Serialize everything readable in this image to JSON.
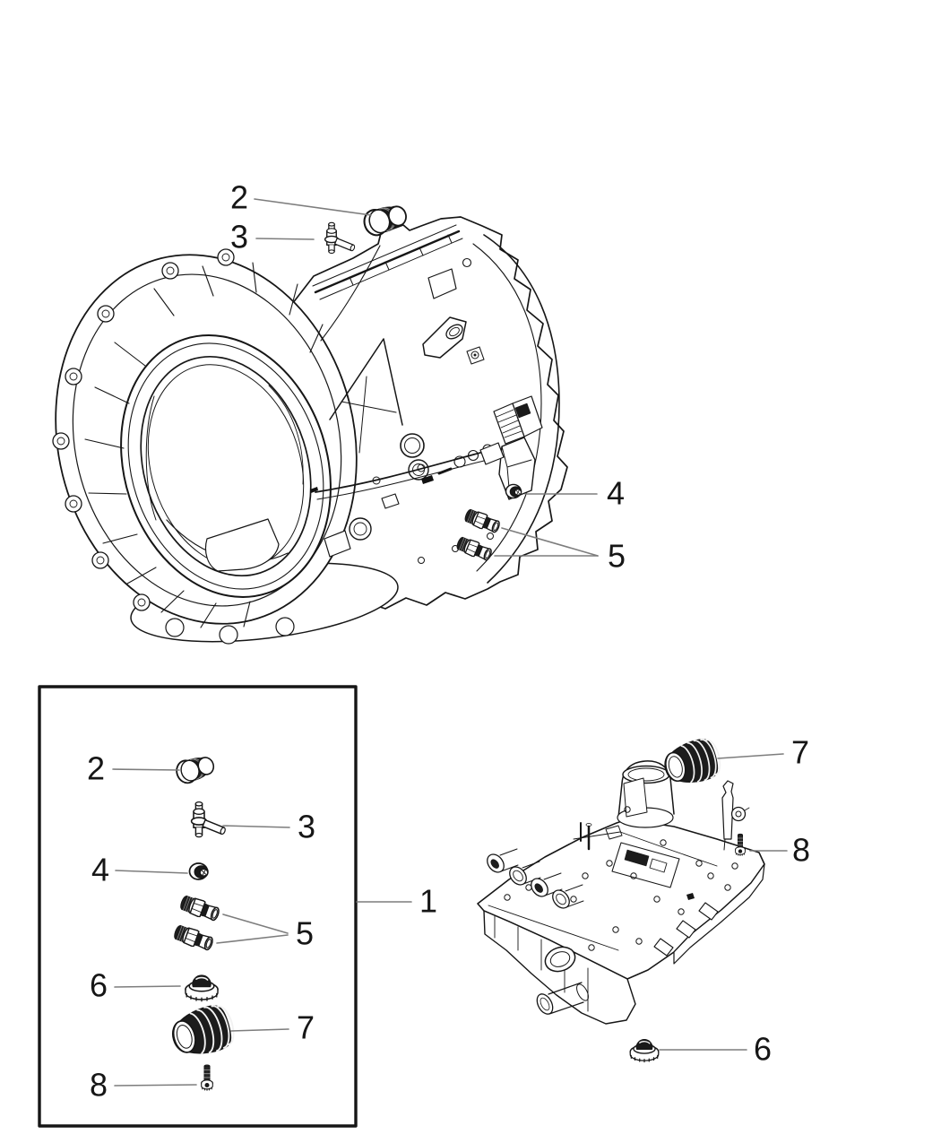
{
  "diagram": {
    "kind": "exploded-parts-diagram",
    "background": "#ffffff",
    "ink_color": "#161616",
    "leader_color": "#7d7d7d"
  },
  "icons": {
    "1": "parts-kit-box-icon",
    "2": "threaded-plug-icon",
    "3": "vent-valve-icon",
    "4": "button-plug-icon",
    "5": "connector-fitting-icon",
    "6": "cap-nut-icon",
    "7": "ribbed-screw-plug-icon",
    "8": "screw-icon"
  },
  "callouts": [
    {
      "id": "case-2",
      "label": "2",
      "area": "transmission-case"
    },
    {
      "id": "case-3",
      "label": "3",
      "area": "transmission-case"
    },
    {
      "id": "case-4",
      "label": "4",
      "area": "transmission-case"
    },
    {
      "id": "case-5",
      "label": "5",
      "area": "transmission-case"
    },
    {
      "id": "kit-1",
      "label": "1",
      "area": "parts-kit-box"
    },
    {
      "id": "kit-2",
      "label": "2",
      "area": "parts-kit-box"
    },
    {
      "id": "kit-3",
      "label": "3",
      "area": "parts-kit-box"
    },
    {
      "id": "kit-4",
      "label": "4",
      "area": "parts-kit-box"
    },
    {
      "id": "kit-5",
      "label": "5",
      "area": "parts-kit-box"
    },
    {
      "id": "kit-6",
      "label": "6",
      "area": "parts-kit-box"
    },
    {
      "id": "kit-7",
      "label": "7",
      "area": "parts-kit-box"
    },
    {
      "id": "kit-8",
      "label": "8",
      "area": "parts-kit-box"
    },
    {
      "id": "valve-7",
      "label": "7",
      "area": "valve-body"
    },
    {
      "id": "valve-8",
      "label": "8",
      "area": "valve-body"
    },
    {
      "id": "valve-6",
      "label": "6",
      "area": "valve-body"
    }
  ]
}
